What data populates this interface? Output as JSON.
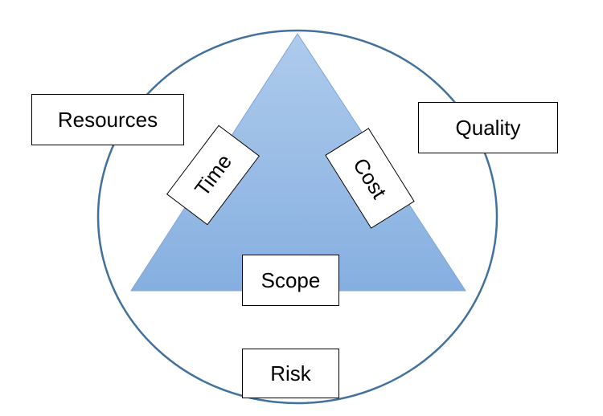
{
  "diagram": {
    "labels": {
      "resources": "Resources",
      "quality": "Quality",
      "time": "Time",
      "cost": "Cost",
      "scope": "Scope",
      "risk": "Risk"
    },
    "colors": {
      "ellipse_stroke": "#41719c",
      "triangle_fill_top": "#aecbec",
      "triangle_fill_bottom": "#86afe0",
      "triangle_stroke": "#7da5d6",
      "box_border": "#000000",
      "box_fill": "#ffffff"
    }
  }
}
